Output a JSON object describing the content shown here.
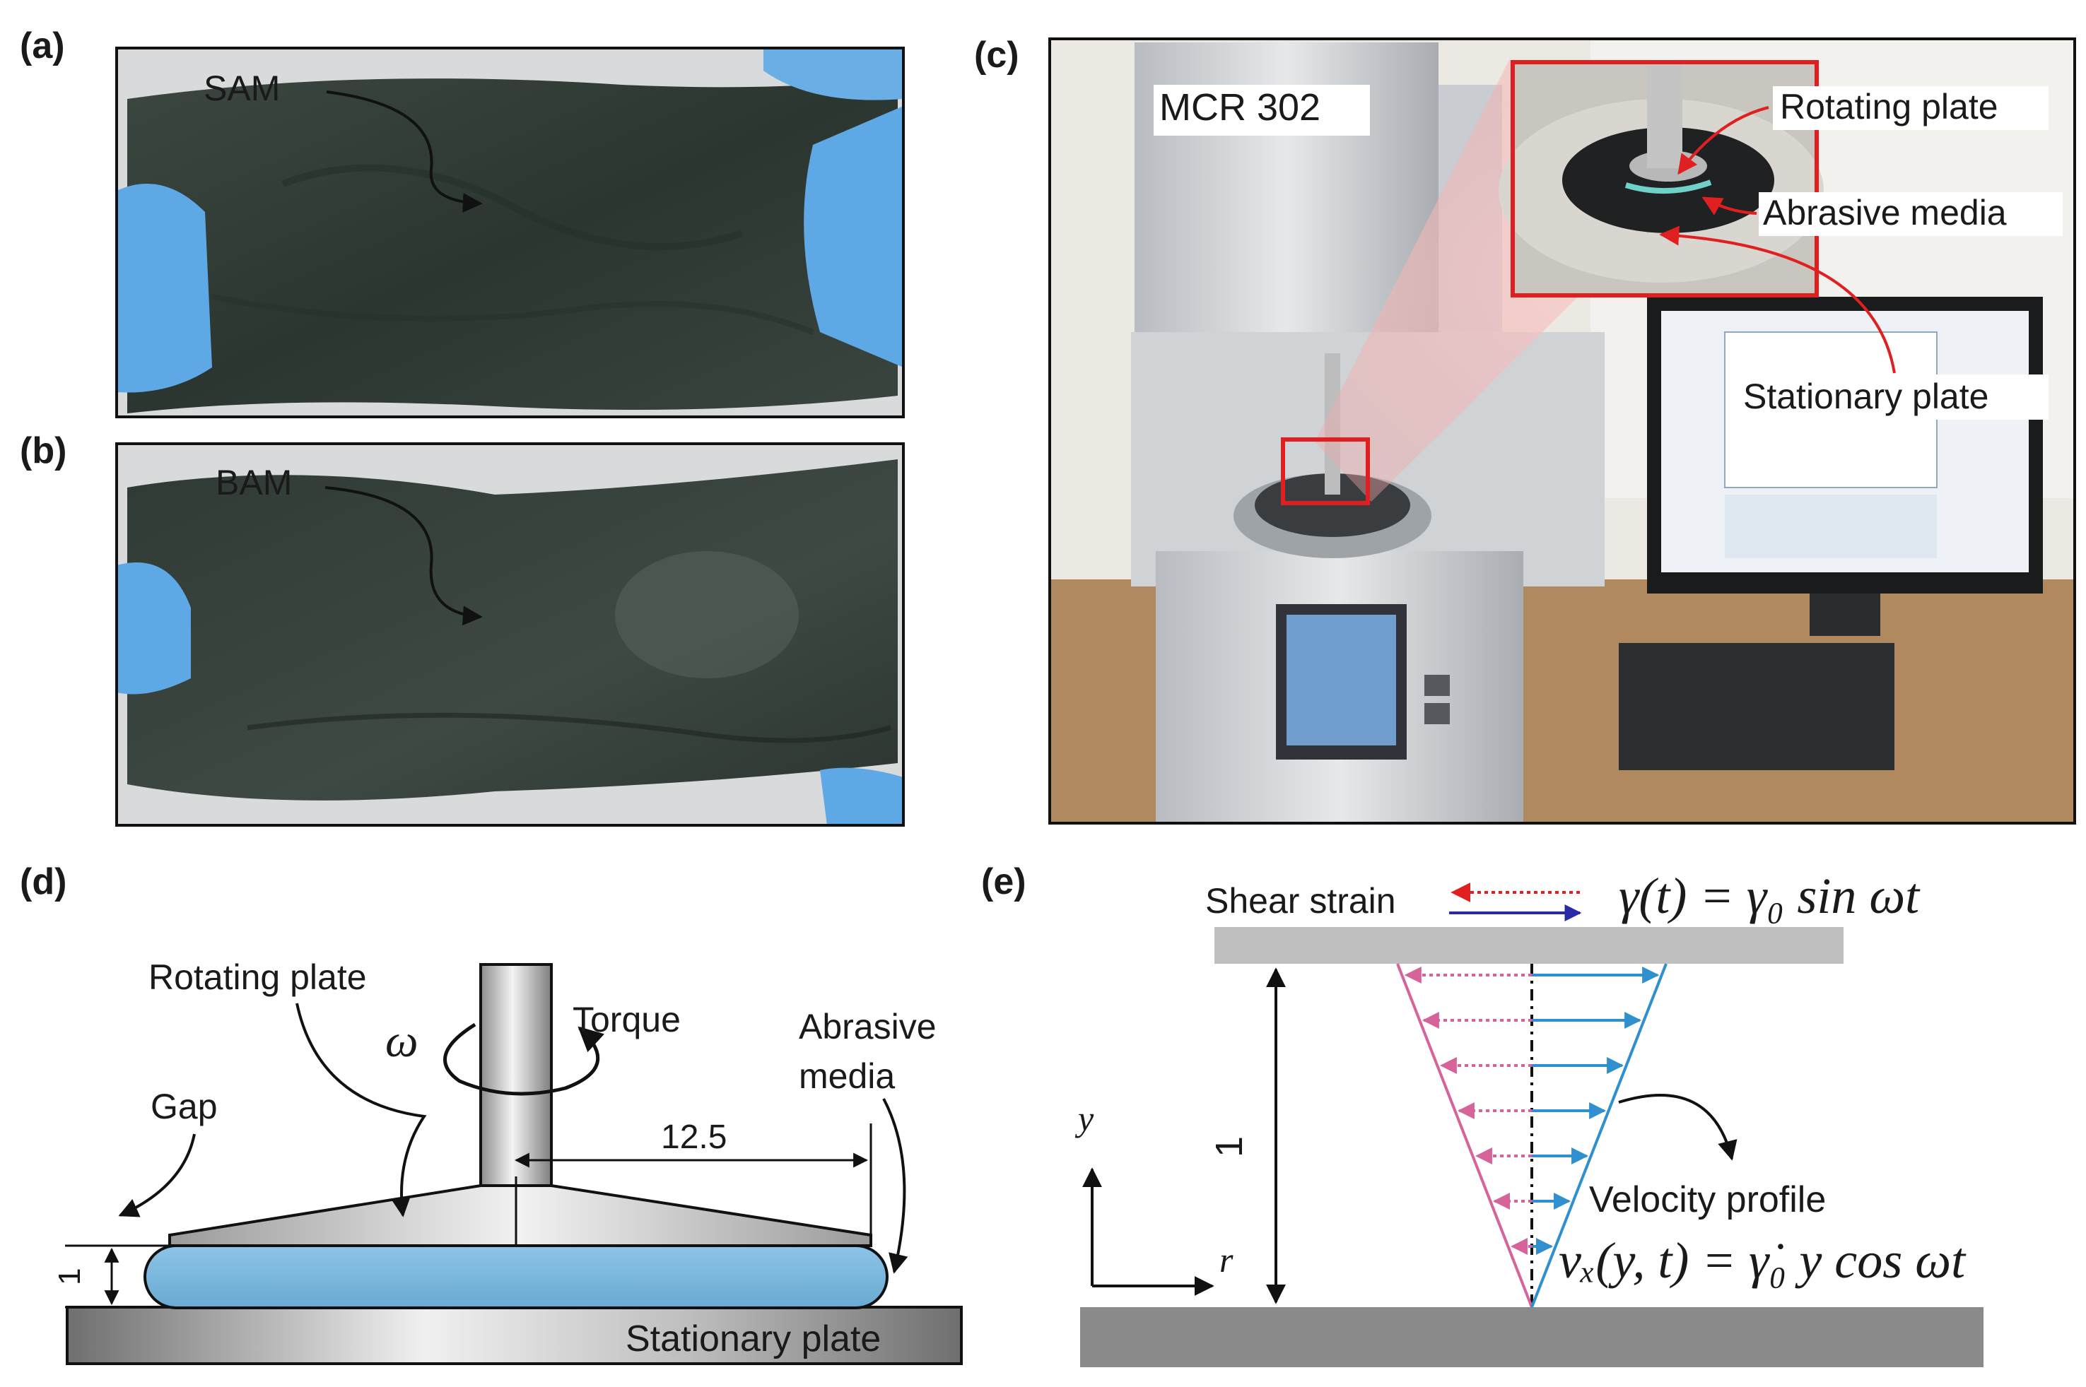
{
  "panels": {
    "a": {
      "letter": "(a)",
      "label": "SAM"
    },
    "b": {
      "letter": "(b)",
      "label": "BAM"
    },
    "c": {
      "letter": "(c)",
      "instrument": "MCR 302",
      "callouts": [
        "Rotating plate",
        "Abrasive media",
        "Stationary plate"
      ]
    },
    "d": {
      "letter": "(d)",
      "rotating_plate": "Rotating plate",
      "omega": "ω",
      "torque": "Torque",
      "abrasive_line1": "Abrasive",
      "abrasive_line2": "media",
      "gap": "Gap",
      "radius": "12.5",
      "gap_value": "1",
      "stationary_plate": "Stationary plate"
    },
    "e": {
      "letter": "(e)",
      "shear_strain": "Shear strain",
      "strain_eq": "γ(t) = γ₀ sin ωt",
      "height": "1",
      "y_axis": "y",
      "r_axis": "r",
      "velocity_profile": "Velocity profile",
      "velocity_eq": "vₓ(y, t) = γ̇₀ y cos ωt"
    }
  },
  "colors": {
    "media_blue": "#7ab8de",
    "glove_blue": "#5fa8e6",
    "foam_dark": "#2f3a33",
    "callout_red": "#e02020",
    "pink_profile": "#d6639a",
    "blue_profile": "#2f8fcf",
    "plate_gray": "#b9b9b9",
    "base_gray": "#8a8a8a"
  },
  "icons": [
    "curved-arrow-icon",
    "rotation-arrow-icon",
    "dimension-arrow-icon"
  ]
}
